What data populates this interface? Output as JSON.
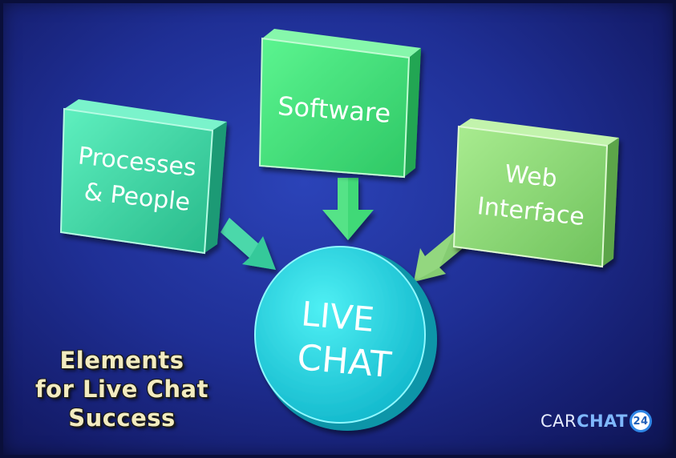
{
  "diagram": {
    "nodes": [
      {
        "id": "processes",
        "lines": [
          "Processes",
          "& People"
        ]
      },
      {
        "id": "software",
        "lines": [
          "Software"
        ]
      },
      {
        "id": "web",
        "lines": [
          "Web",
          "Interface"
        ]
      },
      {
        "id": "center",
        "lines": [
          "LIVE",
          "CHAT"
        ]
      }
    ],
    "edges": [
      {
        "from": "processes",
        "to": "center"
      },
      {
        "from": "software",
        "to": "center"
      },
      {
        "from": "web",
        "to": "center"
      }
    ]
  },
  "caption": {
    "line1": "Elements",
    "line2": "for Live Chat",
    "line3": "Success"
  },
  "logo": {
    "part1": "CAR",
    "part2": "CHAT",
    "badge": "24"
  },
  "colors": {
    "processes": "#3ed6a2",
    "software": "#3fe07a",
    "web": "#8fd67a",
    "center": "#22d4e0"
  }
}
